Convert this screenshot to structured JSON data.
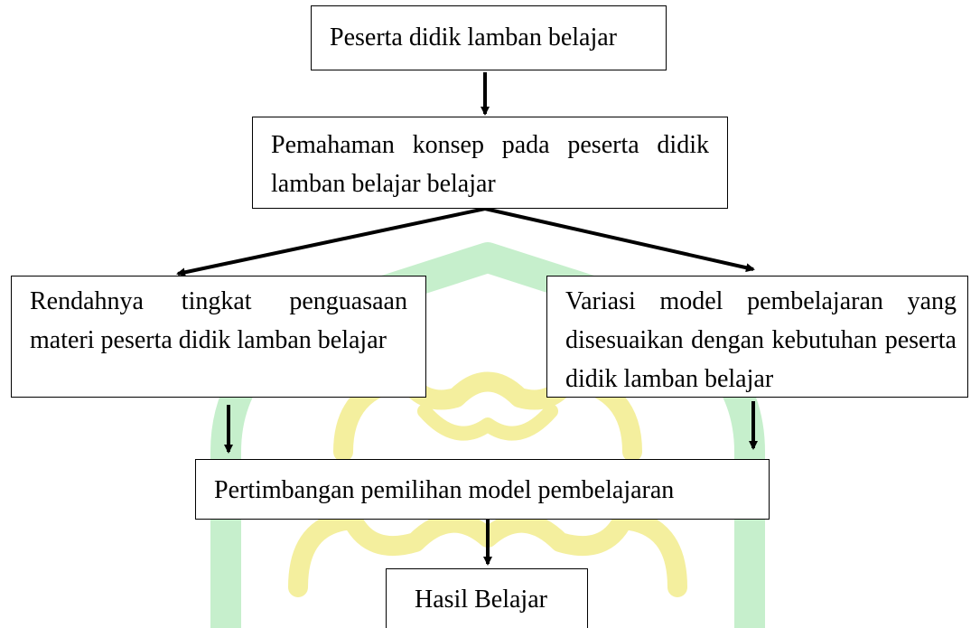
{
  "colors": {
    "line": "#000000",
    "watermark_green": "#c6efcc",
    "watermark_yellow": "#f4ef9e"
  },
  "nodes": {
    "top": "Peserta didik lamban belajar",
    "concept": "Pemahaman konsep pada peserta didik lamban belajar belajar",
    "left": "Rendahnya tingkat penguasaan materi peserta didik lamban belajar",
    "right": "Variasi model pembelajaran yang disesuaikan dengan kebutuhan peserta didik lamban belajar",
    "consider": "Pertimbangan pemilihan model pembelajaran",
    "result": "Hasil Belajar"
  },
  "edges": [
    {
      "from": "top",
      "to": "concept"
    },
    {
      "from": "concept",
      "to": "left"
    },
    {
      "from": "concept",
      "to": "right"
    },
    {
      "from": "left",
      "to": "consider"
    },
    {
      "from": "right",
      "to": "consider"
    },
    {
      "from": "consider",
      "to": "result"
    }
  ]
}
